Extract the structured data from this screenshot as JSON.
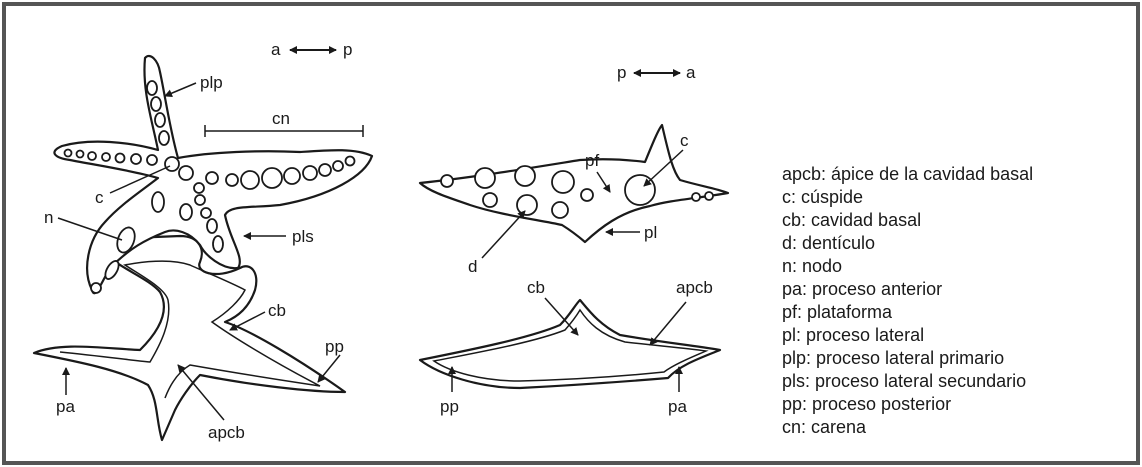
{
  "orientation": {
    "left": {
      "start": "a",
      "end": "p"
    },
    "right": {
      "start": "p",
      "end": "a"
    }
  },
  "labels": {
    "left": {
      "plp": "plp",
      "cn": "cn",
      "c": "c",
      "n": "n",
      "pls": "pls",
      "cb": "cb",
      "pp": "pp",
      "pa": "pa",
      "apcb": "apcb"
    },
    "right_top": {
      "pf": "pf",
      "c": "c",
      "d": "d",
      "pl": "pl"
    },
    "right_bottom": {
      "cb": "cb",
      "apcb": "apcb",
      "pp": "pp",
      "pa": "pa"
    }
  },
  "legend": [
    "apcb: ápice de la cavidad basal",
    "c: cúspide",
    "cb: cavidad basal",
    "d: dentículo",
    "n: nodo",
    "pa: proceso anterior",
    "pf: plataforma",
    "pl: proceso lateral",
    "plp: proceso lateral primario",
    "pls: proceso lateral secundario",
    "pp: proceso posterior",
    "cn: carena"
  ],
  "colors": {
    "ink": "#1a1a1a",
    "frame": "#555555",
    "background": "#ffffff"
  }
}
